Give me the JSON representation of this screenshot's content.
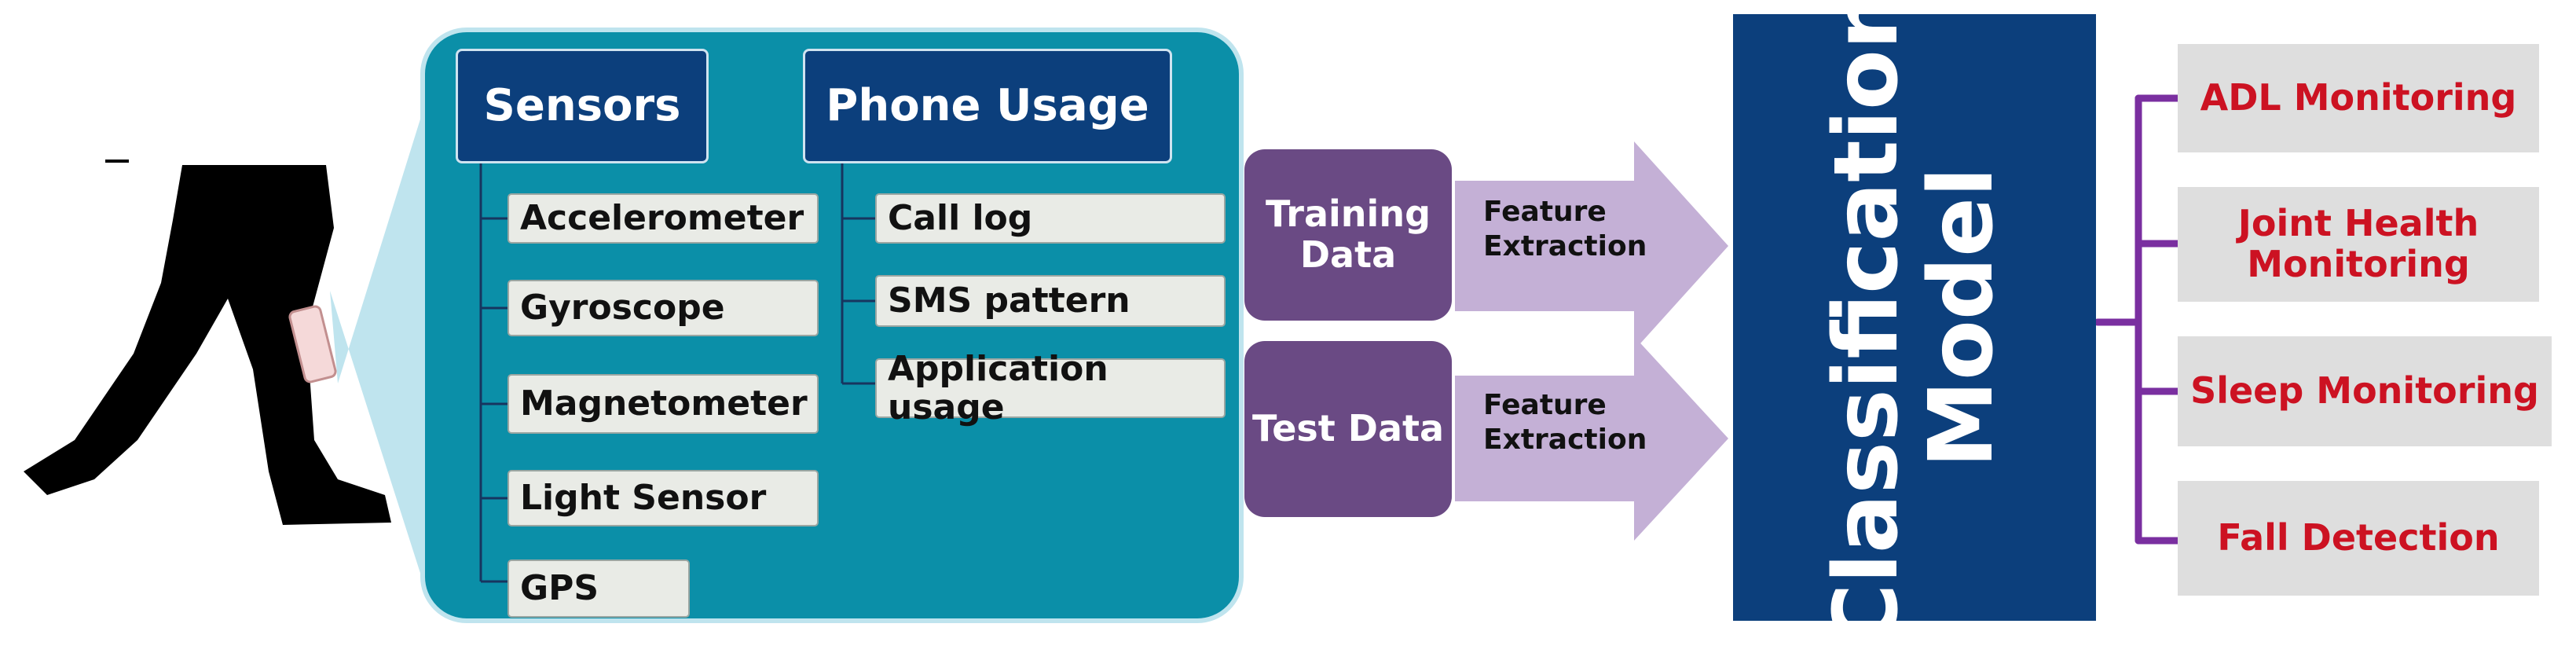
{
  "colors": {
    "teal_panel": "#0b8fa8",
    "navy": "#0c3f7c",
    "item_bg": "#e9ebe6",
    "purple_box": "#6a4a84",
    "arrow": "#c4b0d6",
    "tree_line": "#7a2fa0",
    "output_text": "#cc1222",
    "output_bg": "#dedede",
    "callout": "#bfe4ee"
  },
  "icons": [
    "walking-legs-icon",
    "smartphone-icon"
  ],
  "sensors": {
    "title": "Sensors",
    "items": [
      "Accelerometer",
      "Gyroscope",
      "Magnetometer",
      "Light Sensor",
      "GPS"
    ]
  },
  "phone_usage": {
    "title": "Phone Usage",
    "items": [
      "Call log",
      "SMS pattern",
      "Application usage"
    ]
  },
  "data_boxes": {
    "training": "Training Data",
    "test": "Test Data"
  },
  "feature_extraction": {
    "label_1": "Feature Extraction",
    "label_2": "Feature Extraction"
  },
  "classification_model": {
    "line_1": "Classification",
    "line_2": "Model"
  },
  "outputs": [
    "ADL Monitoring",
    "Joint Health Monitoring",
    "Sleep Monitoring",
    "Fall Detection"
  ]
}
